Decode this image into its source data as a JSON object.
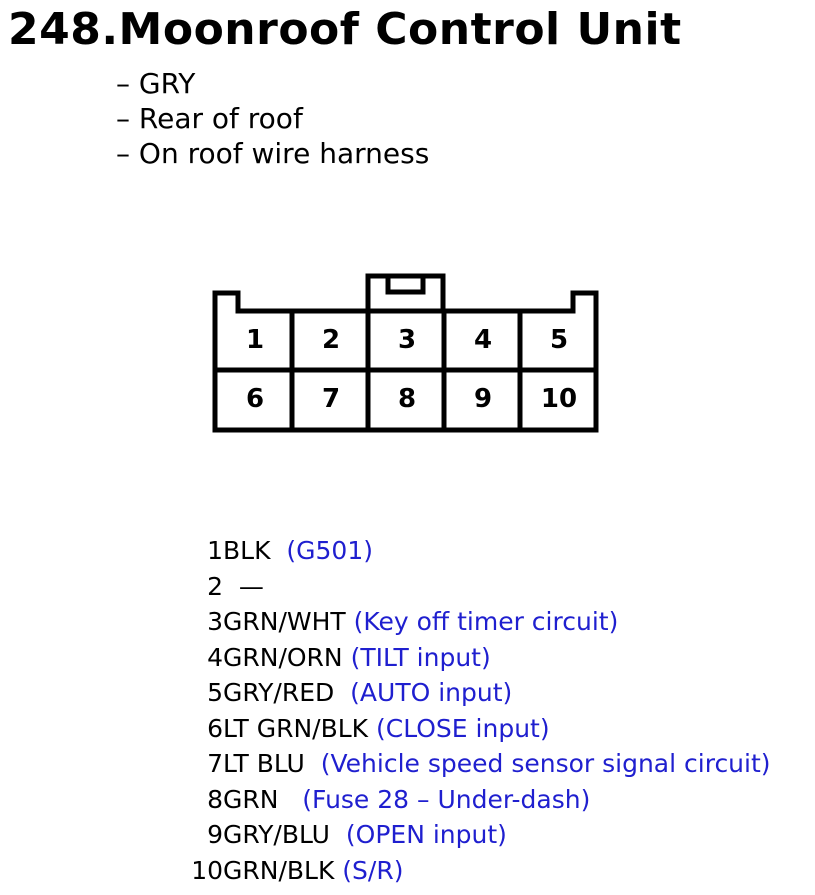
{
  "title": "248.Moonroof Control Unit",
  "notes": [
    "– GRY",
    "– Rear of roof",
    "– On roof wire harness"
  ],
  "connector": {
    "top_row": [
      "1",
      "2",
      "3",
      "4",
      "5"
    ],
    "bottom_row": [
      "6",
      "7",
      "8",
      "9",
      "10"
    ]
  },
  "pins": [
    {
      "num": "1",
      "color": "BLK",
      "note": "(G501)"
    },
    {
      "num": "2",
      "color": "—",
      "note": ""
    },
    {
      "num": "3",
      "color": "GRN/WHT",
      "note": "(Key off timer circuit)"
    },
    {
      "num": "4",
      "color": "GRN/ORN",
      "note": "(TILT input)"
    },
    {
      "num": "5",
      "color": "GRY/RED",
      "note": "(AUTO input)"
    },
    {
      "num": "6",
      "color": "LT GRN/BLK",
      "note": "(CLOSE input)"
    },
    {
      "num": "7",
      "color": "LT BLU",
      "note": "(Vehicle speed sensor signal circuit)"
    },
    {
      "num": "8",
      "color": "GRN",
      "note": "(Fuse 28 – Under-dash)"
    },
    {
      "num": "9",
      "color": "GRY/BLU",
      "note": "(OPEN input)"
    },
    {
      "num": "10",
      "color": "GRN/BLK",
      "note": "(S/R)"
    }
  ]
}
